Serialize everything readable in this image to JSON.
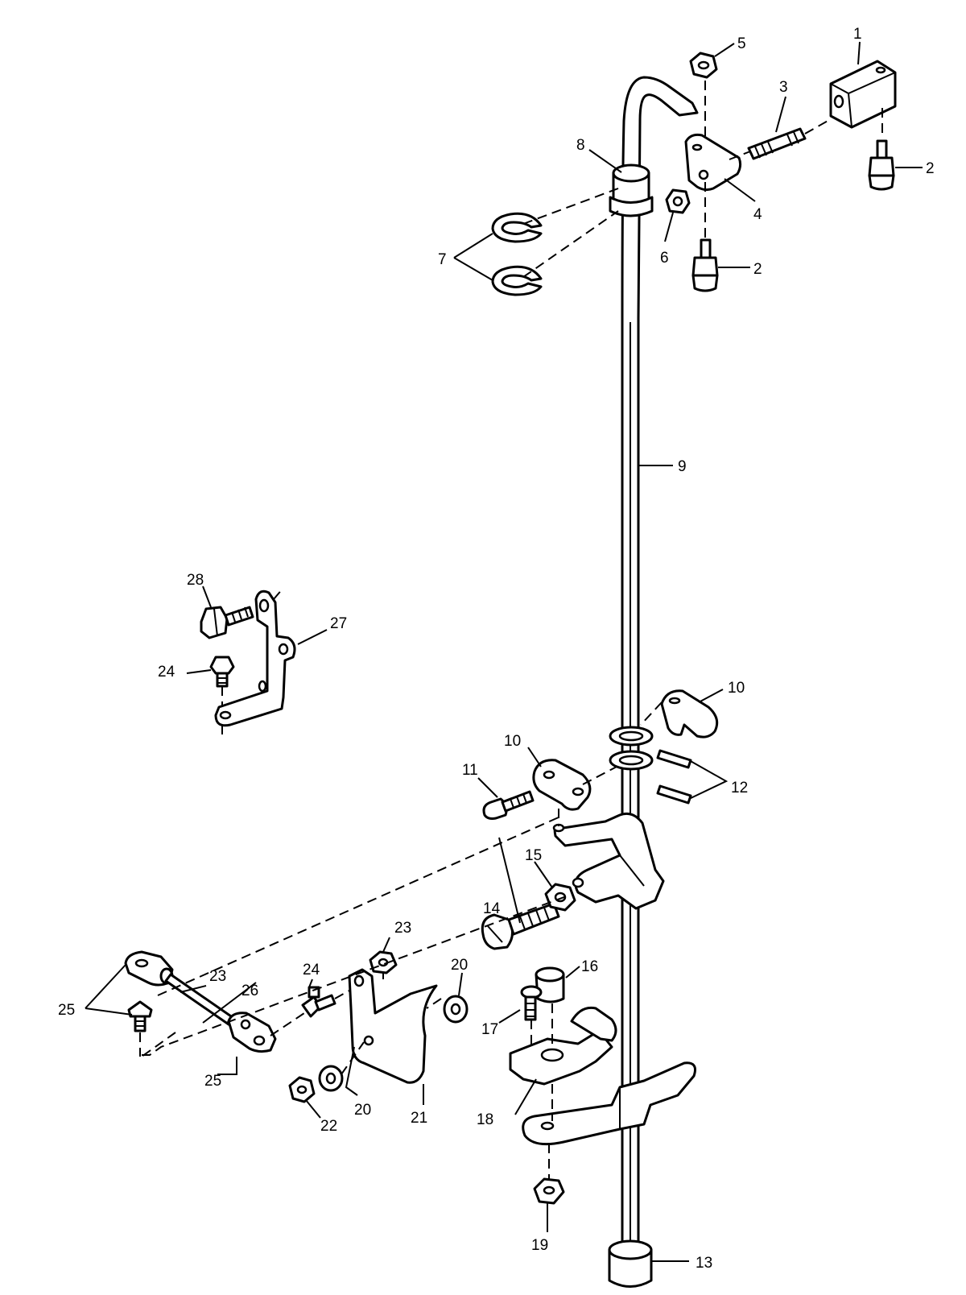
{
  "callouts": [
    {
      "id": "c1",
      "label": "1"
    },
    {
      "id": "c2a",
      "label": "2"
    },
    {
      "id": "c2b",
      "label": "2"
    },
    {
      "id": "c3",
      "label": "3"
    },
    {
      "id": "c4",
      "label": "4"
    },
    {
      "id": "c5",
      "label": "5"
    },
    {
      "id": "c6",
      "label": "6"
    },
    {
      "id": "c7",
      "label": "7"
    },
    {
      "id": "c8",
      "label": "8"
    },
    {
      "id": "c9",
      "label": "9"
    },
    {
      "id": "c10a",
      "label": "10"
    },
    {
      "id": "c10b",
      "label": "10"
    },
    {
      "id": "c11",
      "label": "11"
    },
    {
      "id": "c12",
      "label": "12"
    },
    {
      "id": "c13",
      "label": "13"
    },
    {
      "id": "c14",
      "label": "14"
    },
    {
      "id": "c15",
      "label": "15"
    },
    {
      "id": "c16",
      "label": "16"
    },
    {
      "id": "c17",
      "label": "17"
    },
    {
      "id": "c18",
      "label": "18"
    },
    {
      "id": "c19",
      "label": "19"
    },
    {
      "id": "c20a",
      "label": "20"
    },
    {
      "id": "c20b",
      "label": "20"
    },
    {
      "id": "c21",
      "label": "21"
    },
    {
      "id": "c22",
      "label": "22"
    },
    {
      "id": "c23a",
      "label": "23"
    },
    {
      "id": "c23b",
      "label": "23"
    },
    {
      "id": "c24a",
      "label": "24"
    },
    {
      "id": "c24b",
      "label": "24"
    },
    {
      "id": "c25a",
      "label": "25"
    },
    {
      "id": "c25b",
      "label": "25"
    },
    {
      "id": "c26",
      "label": "26"
    },
    {
      "id": "c27",
      "label": "27"
    },
    {
      "id": "c28",
      "label": "28"
    }
  ]
}
